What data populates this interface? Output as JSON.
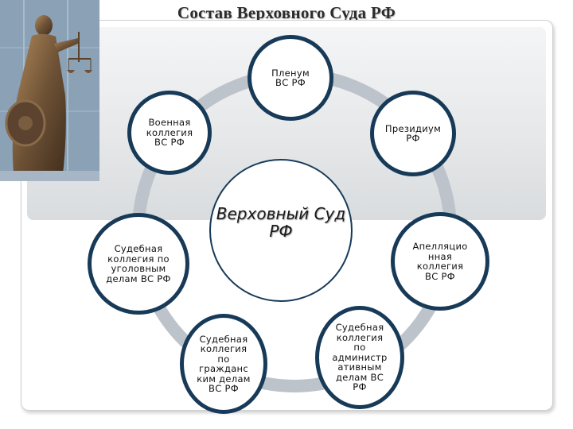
{
  "slide": {
    "title": "Состав Верховного Суда РФ"
  },
  "diagram": {
    "center_label": "Верховный Суд РФ",
    "nodes": [
      {
        "id": "plenum",
        "label": "Пленум ВС РФ"
      },
      {
        "id": "presidium",
        "label": "Президиум РФ"
      },
      {
        "id": "appeal",
        "label": "Апелляцио нная коллегия ВС РФ"
      },
      {
        "id": "admin",
        "label": "Судебная коллегия по администр ативным делам ВС РФ"
      },
      {
        "id": "civil",
        "label": "Судебная коллегия по гражданс ким делам ВС РФ"
      },
      {
        "id": "criminal",
        "label": "Судебная коллегия по уголовным делам ВС РФ"
      },
      {
        "id": "military",
        "label": "Военная коллегия ВС РФ"
      }
    ],
    "colors": {
      "node_border": "#173a58",
      "ring": "#bcc3ca"
    }
  }
}
